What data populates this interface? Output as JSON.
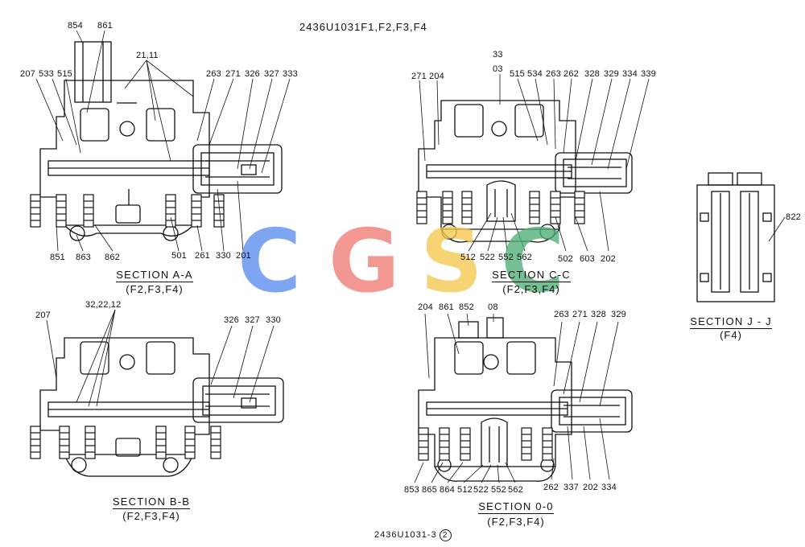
{
  "drawing": {
    "number": "2436U1031F1,F2,F3,F4",
    "footer_number": "2436U1031-3",
    "footer_sheet": "2"
  },
  "watermark": {
    "letters": [
      "C",
      "G",
      "S",
      "C"
    ],
    "colors": [
      "#5b8def",
      "#ef7b73",
      "#f5c84c",
      "#4fae78"
    ]
  },
  "sections": {
    "aa": {
      "title": "SECTION A-A",
      "subtitle": "(F2,F3,F4)",
      "callouts": [
        "854",
        "861",
        "21,11",
        "207",
        "533",
        "515",
        "263",
        "271",
        "326",
        "327",
        "333",
        "851",
        "863",
        "862",
        "501",
        "261",
        "330",
        "201"
      ]
    },
    "bb": {
      "title": "SECTION B-B",
      "subtitle": "(F2,F3,F4)",
      "callouts": [
        "207",
        "32,22,12",
        "326",
        "327",
        "330"
      ]
    },
    "cc": {
      "title": "SECTION C-C",
      "subtitle": "(F2,F3,F4)",
      "callouts": [
        "33",
        "03",
        "271",
        "204",
        "515",
        "534",
        "263",
        "262",
        "328",
        "329",
        "334",
        "339",
        "512",
        "522",
        "552",
        "562",
        "502",
        "603",
        "202"
      ]
    },
    "dd": {
      "title": "SECTION 0-0",
      "subtitle": "(F2,F3,F4)",
      "callouts": [
        "204",
        "861",
        "852",
        "08",
        "263",
        "271",
        "328",
        "329",
        "853",
        "865",
        "864",
        "512",
        "522",
        "552",
        "562",
        "262",
        "337",
        "202",
        "334"
      ]
    },
    "jj": {
      "title": "SECTION J - J",
      "subtitle": "(F4)",
      "callouts": [
        "822"
      ]
    }
  }
}
